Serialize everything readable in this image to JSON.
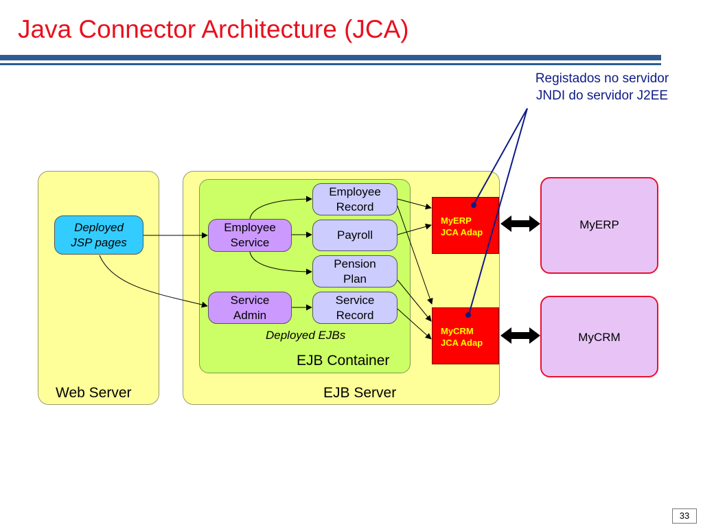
{
  "title": "Java Connector Architecture (JCA)",
  "note": {
    "line1": "Registados no servidor",
    "line2": "JNDI do servidor J2EE"
  },
  "web_server": {
    "label": "Web Server",
    "jsp_line1": "Deployed",
    "jsp_line2": "JSP pages"
  },
  "ejb_server": {
    "label": "EJB Server",
    "container_label": "EJB Container",
    "caption": "Deployed EJBs",
    "employee_service": [
      "Employee",
      "Service"
    ],
    "service_admin": [
      "Service",
      "Admin"
    ],
    "employee_record": [
      "Employee",
      "Record"
    ],
    "payroll": "Payroll",
    "pension_plan": [
      "Pension",
      "Plan"
    ],
    "service_record": [
      "Service",
      "Record"
    ]
  },
  "adapters": {
    "myerp": [
      "MyERP",
      "JCA Adap"
    ],
    "mycrm": [
      "MyCRM",
      "JCA Adap"
    ]
  },
  "systems": {
    "myerp": "MyERP",
    "mycrm": "MyCRM"
  },
  "colors": {
    "title": "#e8101e",
    "rule": "#2e5b92",
    "note": "#0d1a86",
    "server": "#ffff99",
    "container": "#ccff66",
    "jsp": "#33ccff",
    "ejb_purple": "#cc99ff",
    "ejb_blue": "#ccccff",
    "adapter": "#ff0000",
    "adapter_text": "#ffff00",
    "external": "#e8c4f6",
    "external_border": "#e8102e"
  },
  "page_number": "33"
}
